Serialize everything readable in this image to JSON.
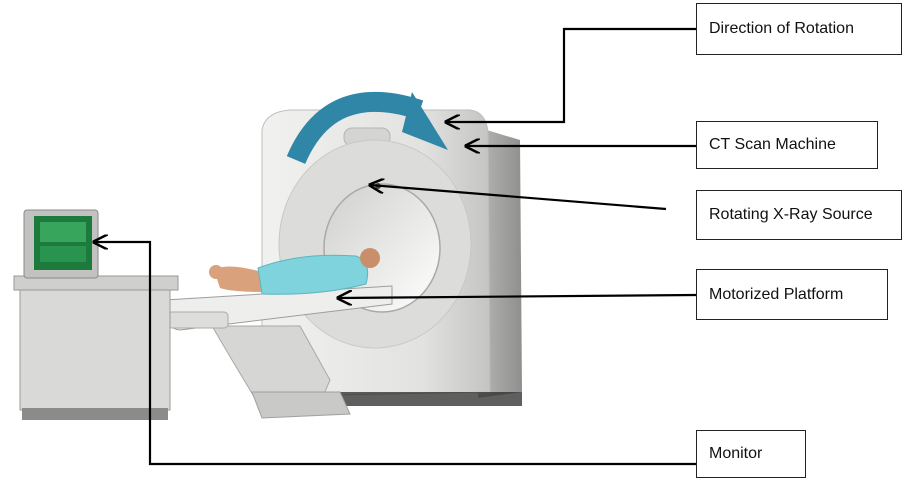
{
  "labels": {
    "direction_of_rotation": "Direction of Rotation",
    "ct_scan_machine": "CT Scan Machine",
    "rotating_xray_source": "Rotating X-Ray Source",
    "motorized_platform": "Motorized Platform",
    "monitor": "Monitor"
  },
  "colors": {
    "rotation_arrow": "#2f86a6",
    "gantry": "#e6e6e4",
    "gantry_shadow": "#a9a9a7",
    "patient_gown": "#7fd3dc",
    "skin": "#d9a27c",
    "monitor_screen": "#1b7a3c",
    "leader_lines": "#000000"
  }
}
